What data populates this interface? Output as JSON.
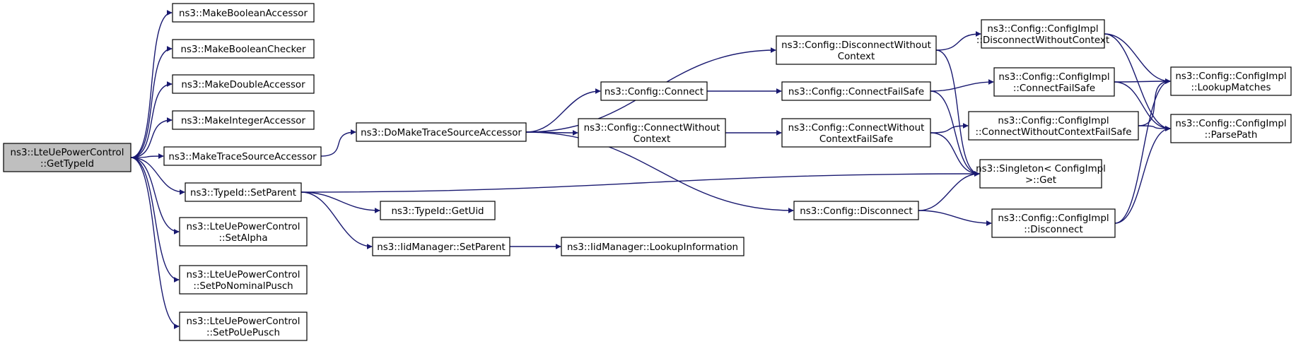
{
  "colors": {
    "root_fill": "#bfbfbf",
    "node_fill": "#ffffff",
    "edge": "#191970",
    "border": "#000000"
  },
  "nodes": [
    {
      "id": "root",
      "lines": [
        "ns3::LteUePowerControl",
        "::GetTypeId"
      ],
      "root": true
    },
    {
      "id": "mba",
      "lines": [
        "ns3::MakeBooleanAccessor"
      ]
    },
    {
      "id": "mbc",
      "lines": [
        "ns3::MakeBooleanChecker"
      ]
    },
    {
      "id": "mda",
      "lines": [
        "ns3::MakeDoubleAccessor"
      ]
    },
    {
      "id": "mia",
      "lines": [
        "ns3::MakeIntegerAccessor"
      ]
    },
    {
      "id": "mtsa",
      "lines": [
        "ns3::MakeTraceSourceAccessor"
      ]
    },
    {
      "id": "tsp",
      "lines": [
        "ns3::TypeId::SetParent"
      ]
    },
    {
      "id": "sa",
      "lines": [
        "ns3::LteUePowerControl",
        "::SetAlpha"
      ]
    },
    {
      "id": "spnp",
      "lines": [
        "ns3::LteUePowerControl",
        "::SetPoNominalPusch"
      ]
    },
    {
      "id": "spup",
      "lines": [
        "ns3::LteUePowerControl",
        "::SetPoUePusch"
      ]
    },
    {
      "id": "dmtsa",
      "lines": [
        "ns3::DoMakeTraceSourceAccessor"
      ]
    },
    {
      "id": "guid",
      "lines": [
        "ns3::TypeId::GetUid"
      ]
    },
    {
      "id": "imsp",
      "lines": [
        "ns3::IidManager::SetParent"
      ]
    },
    {
      "id": "imli",
      "lines": [
        "ns3::IidManager::LookupInformation"
      ]
    },
    {
      "id": "cc",
      "lines": [
        "ns3::Config::Connect"
      ]
    },
    {
      "id": "ccwc",
      "lines": [
        "ns3::Config::ConnectWithout",
        "Context"
      ]
    },
    {
      "id": "cdwc",
      "lines": [
        "ns3::Config::DisconnectWithout",
        "Context"
      ]
    },
    {
      "id": "ccfs",
      "lines": [
        "ns3::Config::ConnectFailSafe"
      ]
    },
    {
      "id": "ccwcfs",
      "lines": [
        "ns3::Config::ConnectWithout",
        "ContextFailSafe"
      ]
    },
    {
      "id": "cd",
      "lines": [
        "ns3::Config::Disconnect"
      ]
    },
    {
      "id": "cidwc",
      "lines": [
        "ns3::Config::ConfigImpl",
        "::DisconnectWithoutContext"
      ]
    },
    {
      "id": "cicfs",
      "lines": [
        "ns3::Config::ConfigImpl",
        "::ConnectFailSafe"
      ]
    },
    {
      "id": "cicwcfs",
      "lines": [
        "ns3::Config::ConfigImpl",
        "::ConnectWithoutContextFailSafe"
      ]
    },
    {
      "id": "sg",
      "lines": [
        "ns3::Singleton< ConfigImpl",
        " >::Get"
      ]
    },
    {
      "id": "cid",
      "lines": [
        "ns3::Config::ConfigImpl",
        "::Disconnect"
      ]
    },
    {
      "id": "cilm",
      "lines": [
        "ns3::Config::ConfigImpl",
        "::LookupMatches"
      ]
    },
    {
      "id": "cipp",
      "lines": [
        "ns3::Config::ConfigImpl",
        "::ParsePath"
      ]
    }
  ],
  "edges": [
    {
      "from": "root",
      "to": "mba"
    },
    {
      "from": "root",
      "to": "mbc"
    },
    {
      "from": "root",
      "to": "mda"
    },
    {
      "from": "root",
      "to": "mia"
    },
    {
      "from": "root",
      "to": "mtsa"
    },
    {
      "from": "root",
      "to": "tsp"
    },
    {
      "from": "root",
      "to": "sa"
    },
    {
      "from": "root",
      "to": "spnp"
    },
    {
      "from": "root",
      "to": "spup"
    },
    {
      "from": "mtsa",
      "to": "dmtsa"
    },
    {
      "from": "tsp",
      "to": "guid"
    },
    {
      "from": "tsp",
      "to": "imsp"
    },
    {
      "from": "tsp",
      "to": "sg"
    },
    {
      "from": "imsp",
      "to": "imli"
    },
    {
      "from": "dmtsa",
      "to": "cdwc"
    },
    {
      "from": "dmtsa",
      "to": "cc"
    },
    {
      "from": "dmtsa",
      "to": "ccwc"
    },
    {
      "from": "dmtsa",
      "to": "cd"
    },
    {
      "from": "cc",
      "to": "ccfs"
    },
    {
      "from": "ccwc",
      "to": "ccwcfs"
    },
    {
      "from": "cdwc",
      "to": "cidwc"
    },
    {
      "from": "cdwc",
      "to": "sg"
    },
    {
      "from": "ccfs",
      "to": "cicfs"
    },
    {
      "from": "ccfs",
      "to": "sg"
    },
    {
      "from": "ccwcfs",
      "to": "cicwcfs"
    },
    {
      "from": "ccwcfs",
      "to": "sg"
    },
    {
      "from": "cd",
      "to": "sg"
    },
    {
      "from": "cd",
      "to": "cid"
    },
    {
      "from": "cidwc",
      "to": "cilm"
    },
    {
      "from": "cidwc",
      "to": "cipp"
    },
    {
      "from": "cicfs",
      "to": "cilm"
    },
    {
      "from": "cicfs",
      "to": "cipp"
    },
    {
      "from": "cicwcfs",
      "to": "cilm"
    },
    {
      "from": "cicwcfs",
      "to": "cipp"
    },
    {
      "from": "cid",
      "to": "cilm"
    },
    {
      "from": "cid",
      "to": "cipp"
    }
  ]
}
